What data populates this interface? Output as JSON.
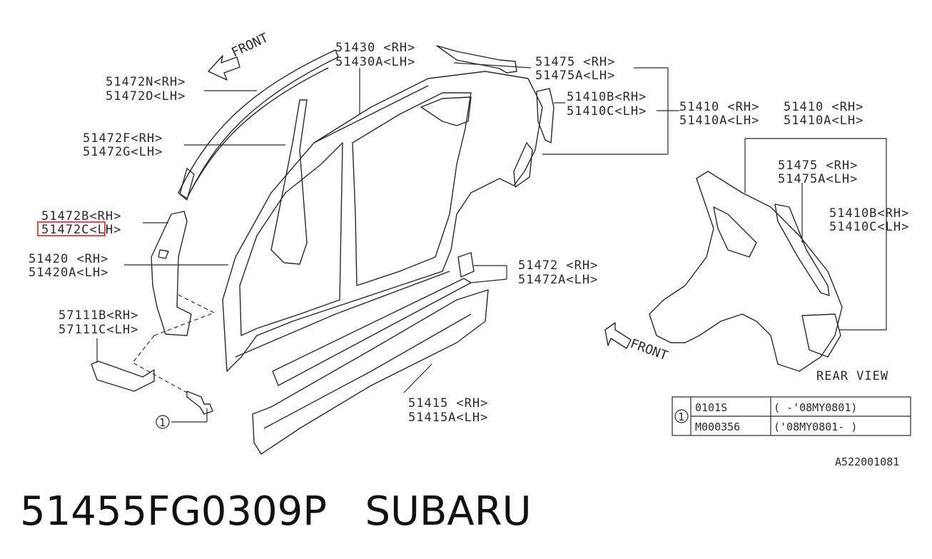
{
  "labels": {
    "p51430": [
      "51430  <RH>",
      "51430A<LH>"
    ],
    "p51475_top": [
      "51475  <RH>",
      "51475A<LH>"
    ],
    "p51410B_top": [
      "51410B<RH>",
      "51410C<LH>"
    ],
    "p51410_top": [
      "51410  <RH>",
      "51410A<LH>"
    ],
    "p51410_right": [
      "51410  <RH>",
      "51410A<LH>"
    ],
    "p51475_right": [
      "51475  <RH>",
      "51475A<LH>"
    ],
    "p51410B_right": [
      "51410B<RH>",
      "51410C<LH>"
    ],
    "p51472N": [
      "51472N<RH>",
      "51472O<LH>"
    ],
    "p51472F": [
      "51472F<RH>",
      "51472G<LH>"
    ],
    "p51472B": [
      "51472B<RH>",
      "51472C<LH>"
    ],
    "p51420": [
      "51420  <RH>",
      "51420A<LH>"
    ],
    "p57111B": [
      "57111B<RH>",
      "57111C<LH>"
    ],
    "p51472": [
      "51472  <RH>",
      "51472A<LH>"
    ],
    "p51415": [
      "51415  <RH>",
      "51415A<LH>"
    ]
  },
  "front_labels": [
    "FRONT",
    "FRONT"
  ],
  "rear_view": "REAR VIEW",
  "ref_marker": "1",
  "ref_table": [
    {
      "part": "0101S",
      "range": "(     -'08MY0801)"
    },
    {
      "part": "M000356",
      "range": "('08MY0801-      )"
    }
  ],
  "diagram_code": "A522001081",
  "caption": "51455FG0309P   SUBARU",
  "highlight_color": "#e02020"
}
